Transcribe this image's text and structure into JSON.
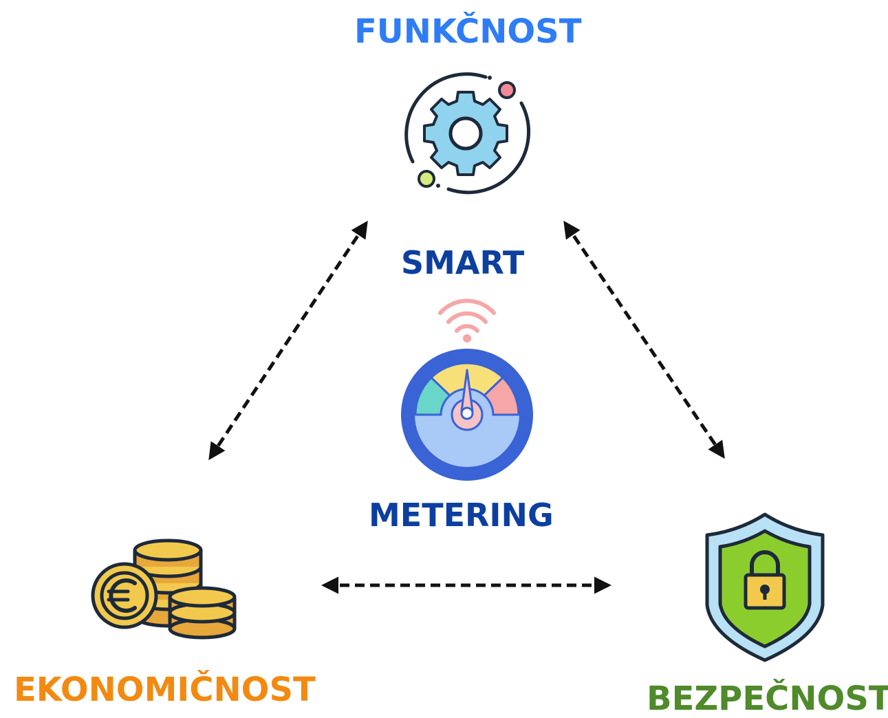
{
  "labels": {
    "funkcnost": "FUNKČNOST",
    "smart": "SMART",
    "metering": "METERING",
    "ekonomicnost": "EKONOMIČNOST",
    "bezpecnost": "BEZPEČNOST"
  },
  "colors": {
    "funkcnost": "#2f7df6",
    "smart": "#0d3fa0",
    "ekonomicnost": "#f28a12",
    "bezpecnost": "#4f8a2b",
    "outline": "#1e2a3a"
  },
  "icons": {
    "functionality": "gear-orbit-icon",
    "meter": "smart-meter-gauge-icon",
    "economy": "euro-coins-icon",
    "security": "shield-lock-icon"
  },
  "connections": [
    "funkcnost ↔ ekonomicnost",
    "funkcnost ↔ bezpecnost",
    "ekonomicnost ↔ bezpecnost"
  ]
}
